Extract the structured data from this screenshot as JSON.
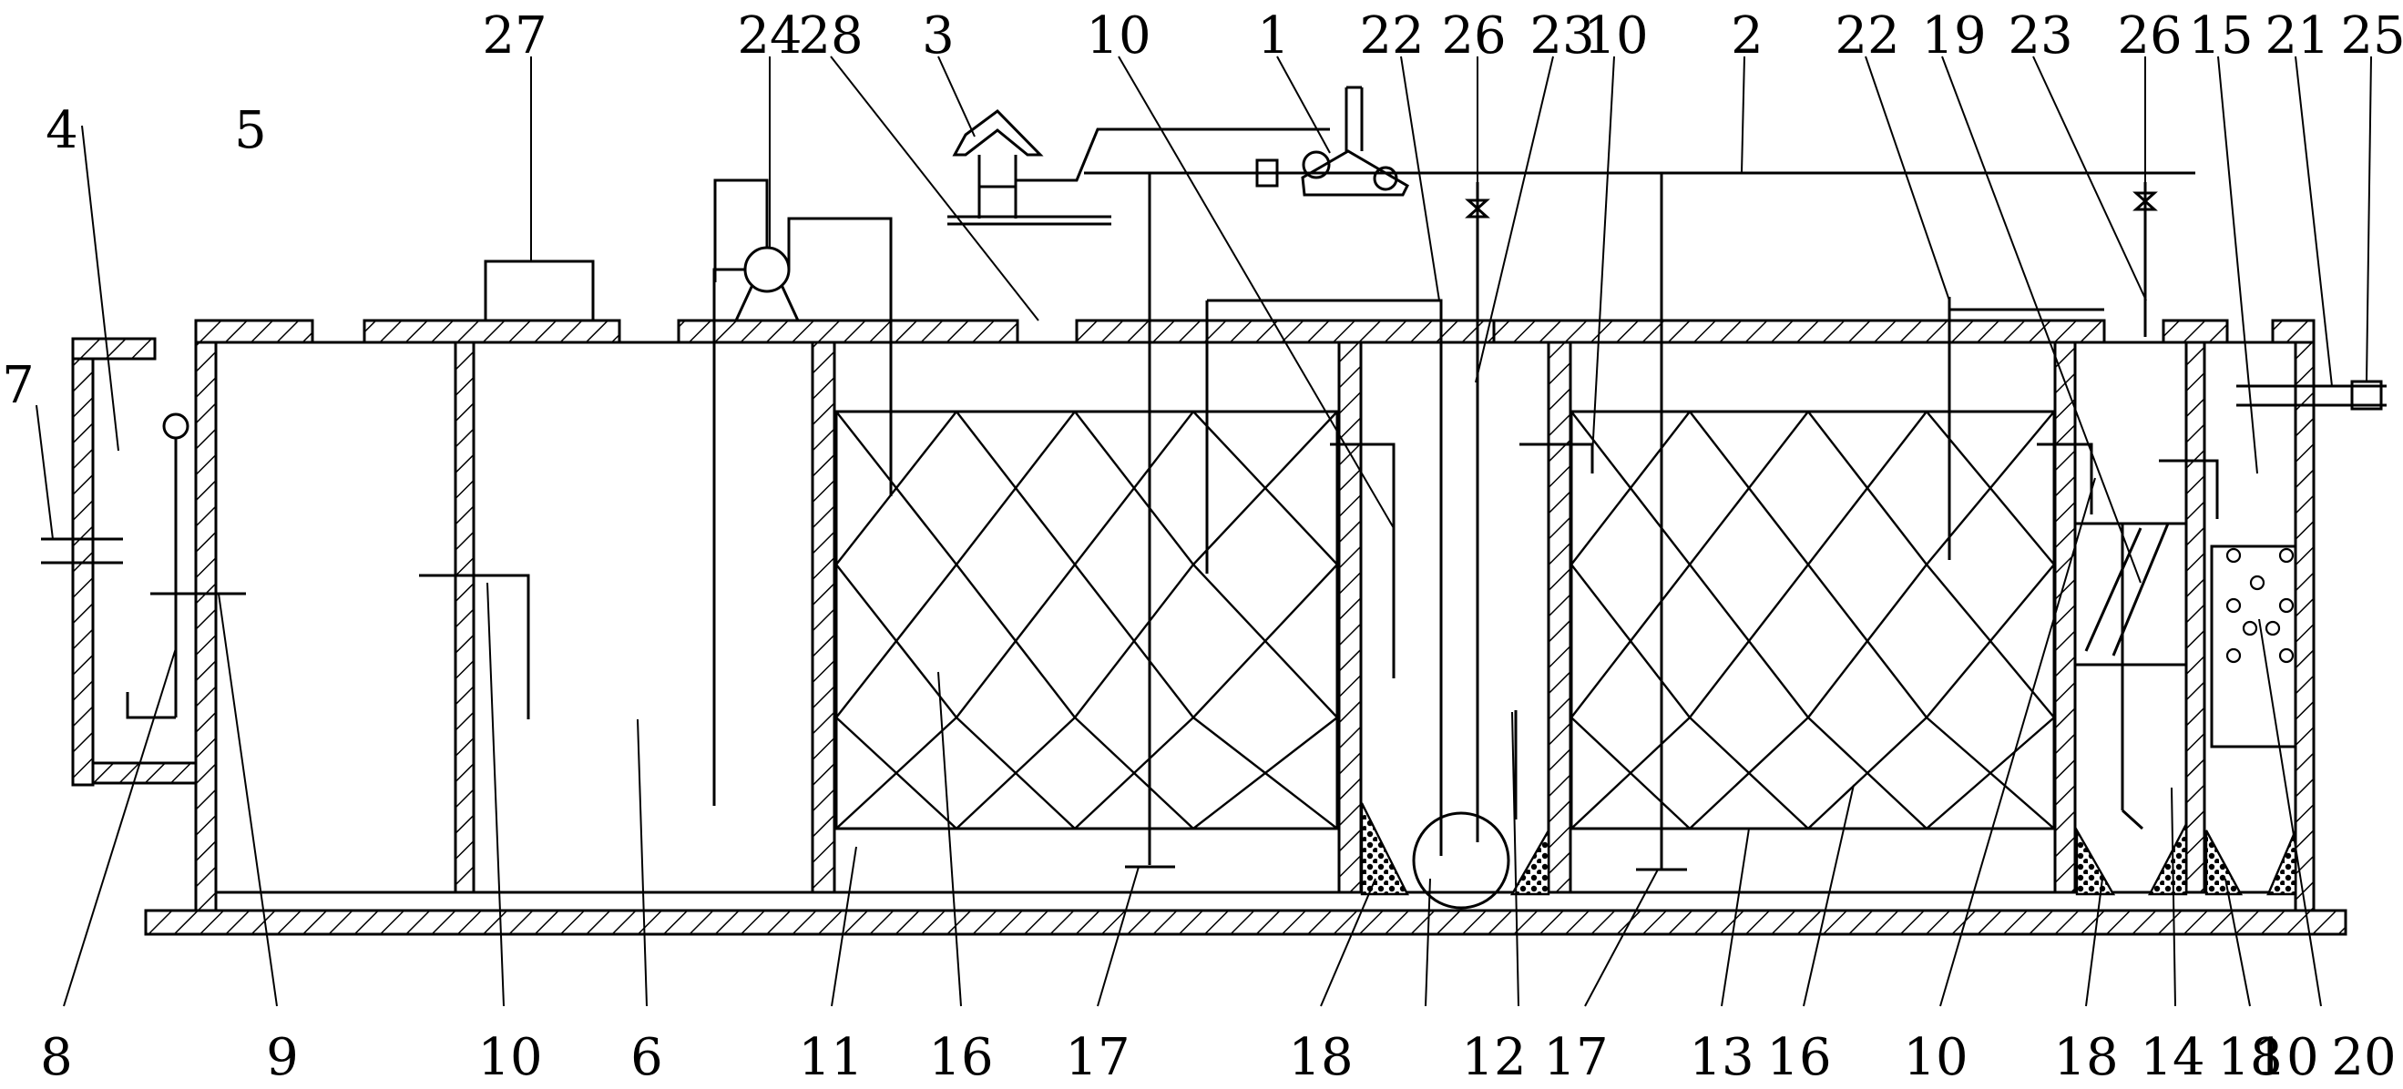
{
  "diagram": {
    "style": {
      "line_color": "#000000",
      "background": "#ffffff"
    },
    "labels_top": [
      "27",
      "24",
      "28",
      "3",
      "10",
      "1",
      "22",
      "26",
      "23",
      "10",
      "2",
      "22",
      "19",
      "23",
      "26",
      "15",
      "21",
      "25"
    ],
    "labels_left": [
      "4",
      "5",
      "7"
    ],
    "labels_bottom": [
      "8",
      "9",
      "10",
      "6",
      "11",
      "16",
      "17",
      "18",
      "12",
      "17",
      "13",
      "16",
      "10",
      "18",
      "14",
      "18",
      "10",
      "20"
    ]
  }
}
